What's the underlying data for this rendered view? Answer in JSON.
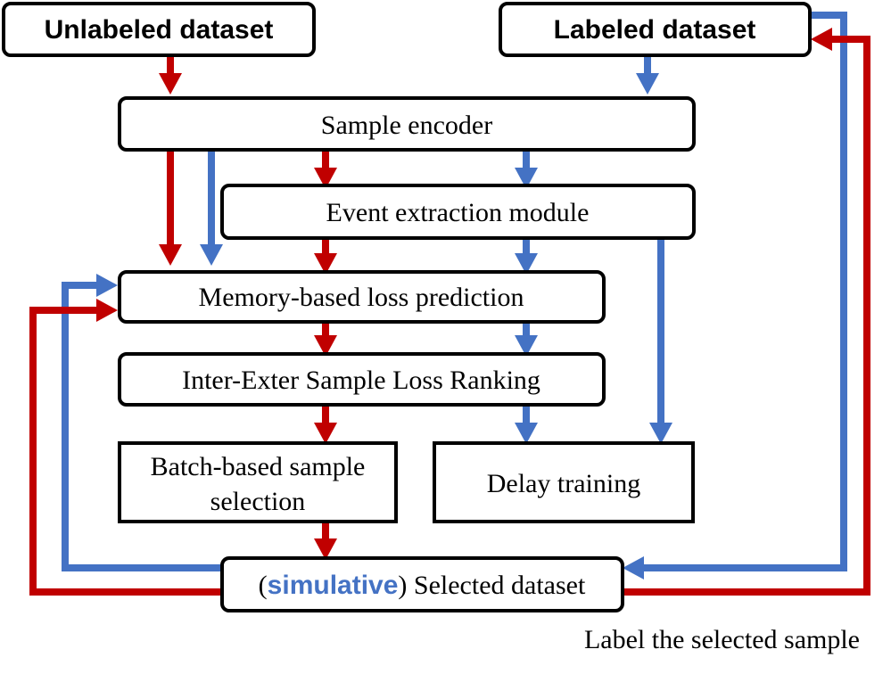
{
  "nodes": {
    "unlabeled": "Unlabeled dataset",
    "labeled": "Labeled dataset",
    "encoder": "Sample encoder",
    "event": "Event extraction module",
    "memory": "Memory-based loss prediction",
    "ranking": "Inter-Exter Sample Loss Ranking",
    "batch_line1": "Batch-based sample",
    "batch_line2": "selection",
    "delay": "Delay training",
    "selected_open": "(",
    "selected_highlight": "simulative",
    "selected_rest": ") Selected dataset"
  },
  "annotation": "Label the selected sample",
  "colors": {
    "red_flow": "#c00000",
    "blue_flow": "#4472c4",
    "box_stroke": "#000000"
  }
}
